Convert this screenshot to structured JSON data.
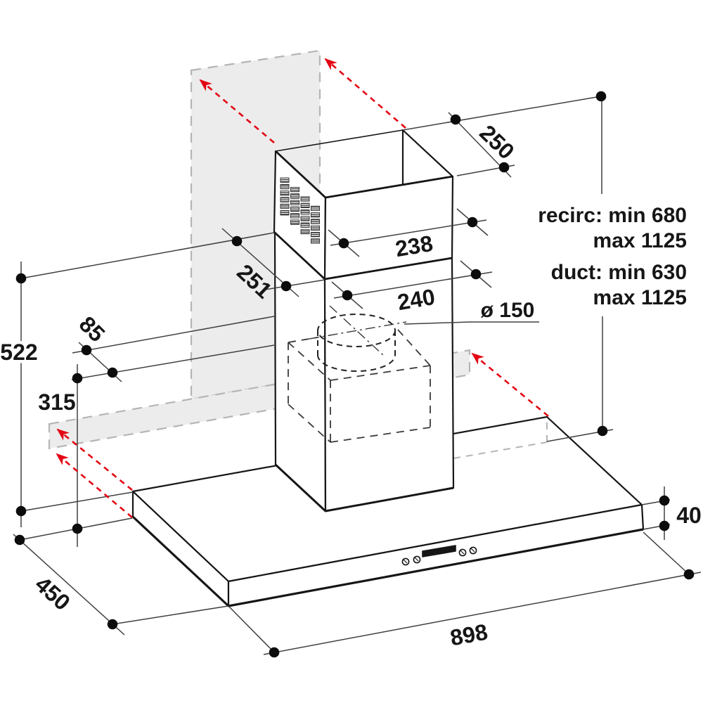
{
  "figure": {
    "type": "technical-installation-drawing",
    "subject": "wall-mounted box chimney cooker hood with mounting dimensions",
    "units": "mm"
  },
  "dimensions": {
    "upper_chimney_depth": "250",
    "upper_chimney_width": "238",
    "lower_chimney_width": "240",
    "lower_chimney_depth": "251",
    "wall_bracket_offset": "85",
    "chimney_section_height": "522",
    "hood_to_bracket_height": "315",
    "hood_depth": "450",
    "hood_width": "898",
    "base_thickness": "40",
    "duct_diameter": "ø 150"
  },
  "notes": {
    "recirc_line1": "recirc: min 680",
    "recirc_line2": "max 1125",
    "duct_line1": "duct: min 630",
    "duct_line2": "max 1125"
  },
  "colors": {
    "accent_red": "#e30613",
    "panel_gray": "#ececec",
    "dash_gray": "#b5b5b5",
    "line_dark": "#161616"
  }
}
